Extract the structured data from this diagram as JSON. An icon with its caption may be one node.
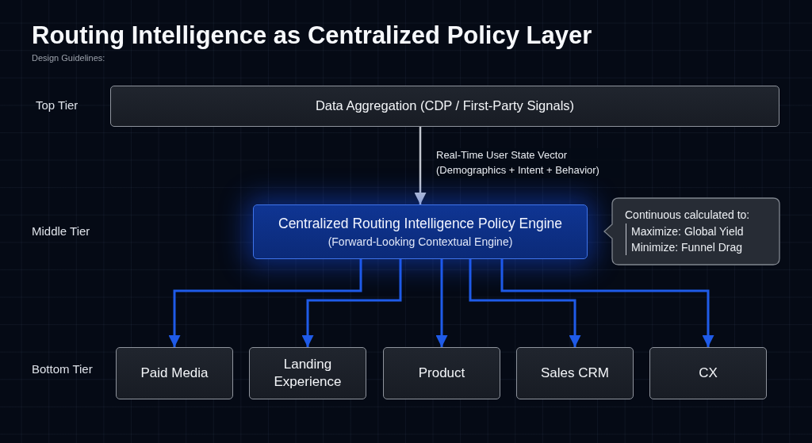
{
  "diagram": {
    "title": "Routing Intelligence as Centralized Policy Layer",
    "nodes": [
      {
        "text": [
          "Data Aggregation (CDP / First-Party Signals)"
        ]
      },
      {
        "text": [
          "Centralized Routing Intelligence Policy Engine",
          "(Forward-Looking Contextual Engine)"
        ]
      },
      {
        "text": [
          "Continuous calculated to:",
          "Maximize: Global Yield",
          "Minimize: Funnel Drag"
        ]
      },
      {
        "text": [
          "Paid Media"
        ]
      },
      {
        "text": [
          "Landing Experience"
        ]
      },
      {
        "text": [
          "Product"
        ]
      },
      {
        "text": [
          "Sales CRM"
        ]
      },
      {
        "text": [
          "CX"
        ]
      }
    ],
    "edges": [
      {
        "from": 0,
        "to": 1,
        "arrow": "to",
        "label": "Real-Time User State Vector (Demographics + Intent + Behavior)",
        "color": "#c3c7cf"
      },
      {
        "from": 1,
        "to": 3,
        "arrow": "to"
      },
      {
        "from": 1,
        "to": 4,
        "arrow": "to"
      },
      {
        "from": 1,
        "to": 5,
        "arrow": "to"
      },
      {
        "from": 1,
        "to": 6,
        "arrow": "to"
      },
      {
        "from": 1,
        "to": 7,
        "arrow": "to"
      }
    ],
    "labels": [
      "Design Guidelines:",
      "Top Tier",
      "Middle Tier",
      "Bottom Tier"
    ]
  }
}
